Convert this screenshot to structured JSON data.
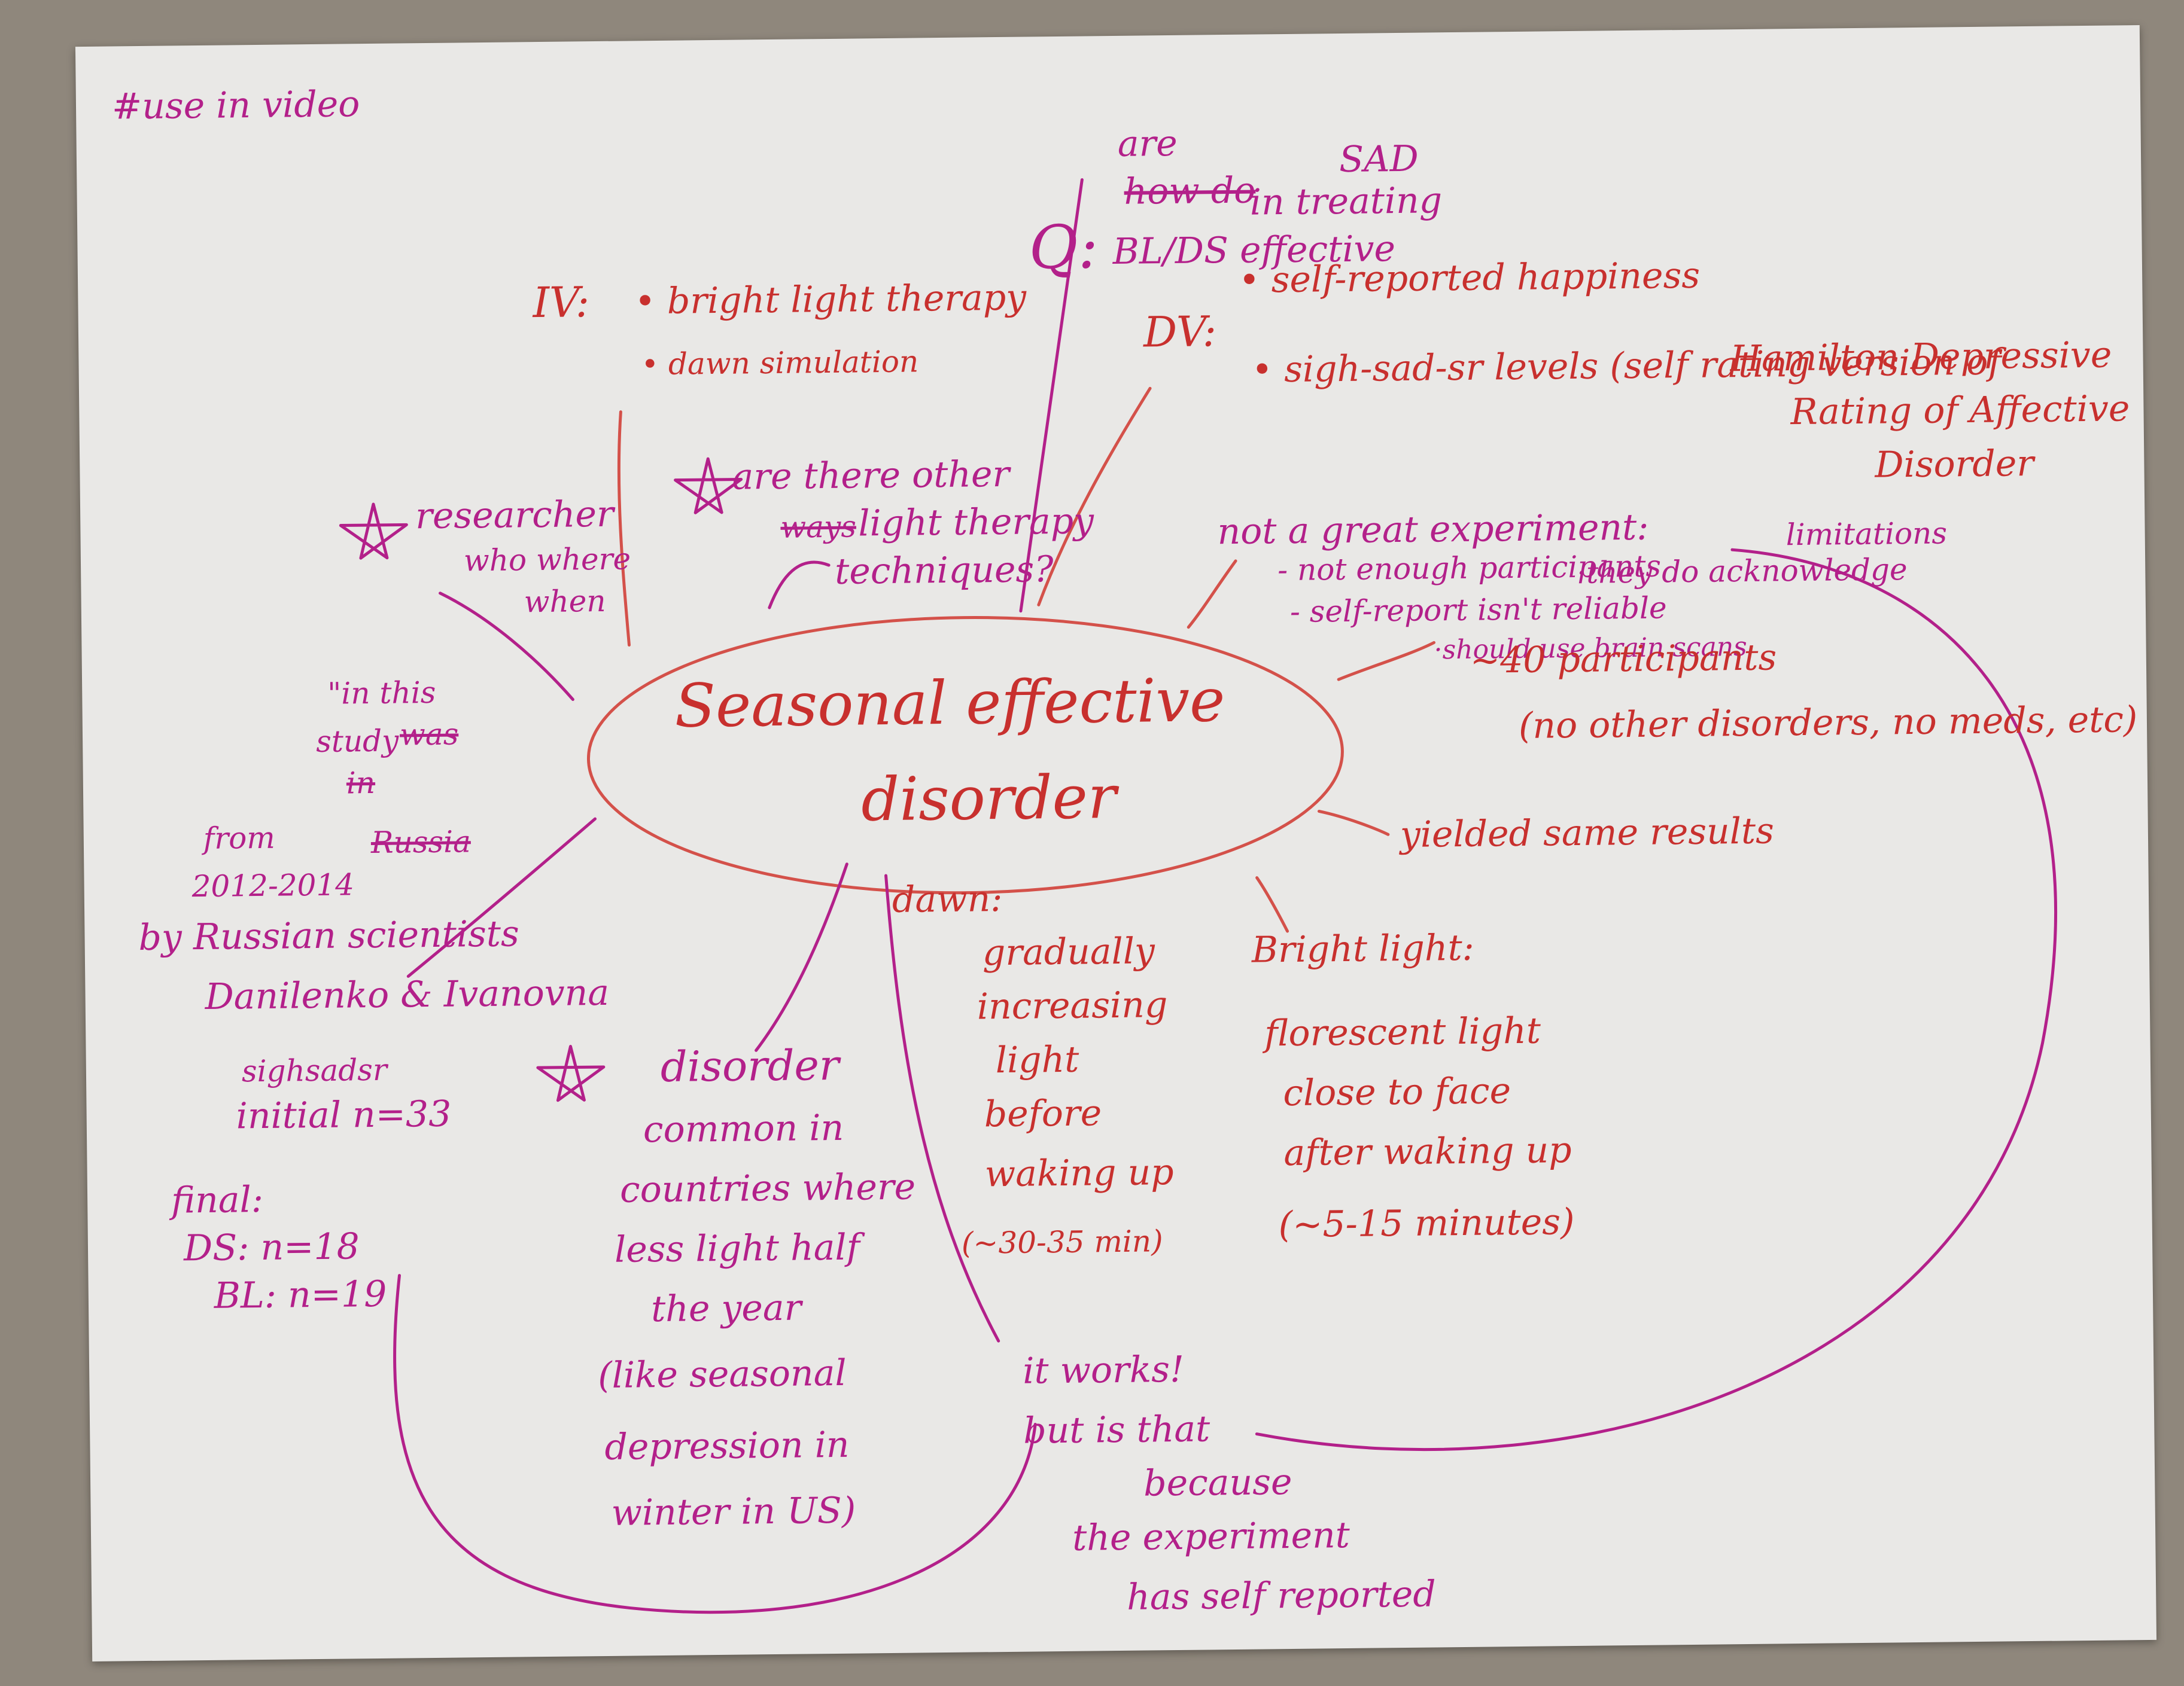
{
  "colors": {
    "red_ink": "#c8302e",
    "magenta_ink": "#b3208a",
    "paper": "#e9e8e6",
    "background": "#8f877c"
  },
  "note": "#use in video",
  "center": {
    "line1": "Seasonal effective",
    "line2": "disorder"
  },
  "question": {
    "prefix": "Q:",
    "word_are": "are",
    "struck": "how do",
    "line2": "BL/DS effective",
    "line3": "in treating",
    "line4": "SAD"
  },
  "iv": {
    "label": "IV:",
    "item1": "• bright light therapy",
    "item2": "• dawn simulation"
  },
  "dv": {
    "label": "DV:",
    "item1": "• self-reported happiness",
    "item2": "• sigh-sad-sr levels (self rating version of",
    "line3": "Hamilton Depressive",
    "line4": "Rating of Affective",
    "line5": "Disorder"
  },
  "other": {
    "line1": "are there other",
    "struck": "ways",
    "line2": "light therapy",
    "line3": "techniques?"
  },
  "researcher": {
    "title": "researcher",
    "sub1": "who where",
    "sub2": "when"
  },
  "study": {
    "line1": "\"in this",
    "line2": "study",
    "struck1": "was",
    "struck2": "in",
    "struck3": "Russia",
    "line3": "from",
    "line4": "2012-2014",
    "line5": "by Russian scientists",
    "line6": "Danilenko & Ivanovna",
    "line7": "sighsadsr",
    "line8": "initial n=33",
    "line9": "final:",
    "line10": "DS: n=18",
    "line11": "BL: n=19"
  },
  "critique": {
    "line1": "not a great experiment:",
    "line2": "- not enough participants",
    "line3": "- self-report isn't reliable",
    "line4": "·should use brain scans",
    "line5": "·they do acknowledge",
    "line6": "limitations"
  },
  "participants": {
    "line1": "~40 participants",
    "line2": "(no other disorders, no meds, etc)"
  },
  "yielded": "yielded same results",
  "dawn": {
    "line1": "dawn:",
    "line2": "gradually",
    "line3": "increasing",
    "line4": "light",
    "line5": "before",
    "line6": "waking up",
    "line7": "(~30-35 min)"
  },
  "bright": {
    "line1": "Bright light:",
    "line2": "florescent light",
    "line3": "close to face",
    "line4": "after waking up",
    "line5": "(~5-15 minutes)"
  },
  "disorder": {
    "line1": "disorder",
    "line2": "common in",
    "line3": "countries where",
    "line4": "less light half",
    "line5": "the year",
    "line6": "(like seasonal",
    "line7": "depression in",
    "line8": "winter in US)"
  },
  "works": {
    "line1": "it works!",
    "line2": "but is that",
    "line3": "because",
    "line4": "the experiment",
    "line5": "has self reported"
  }
}
